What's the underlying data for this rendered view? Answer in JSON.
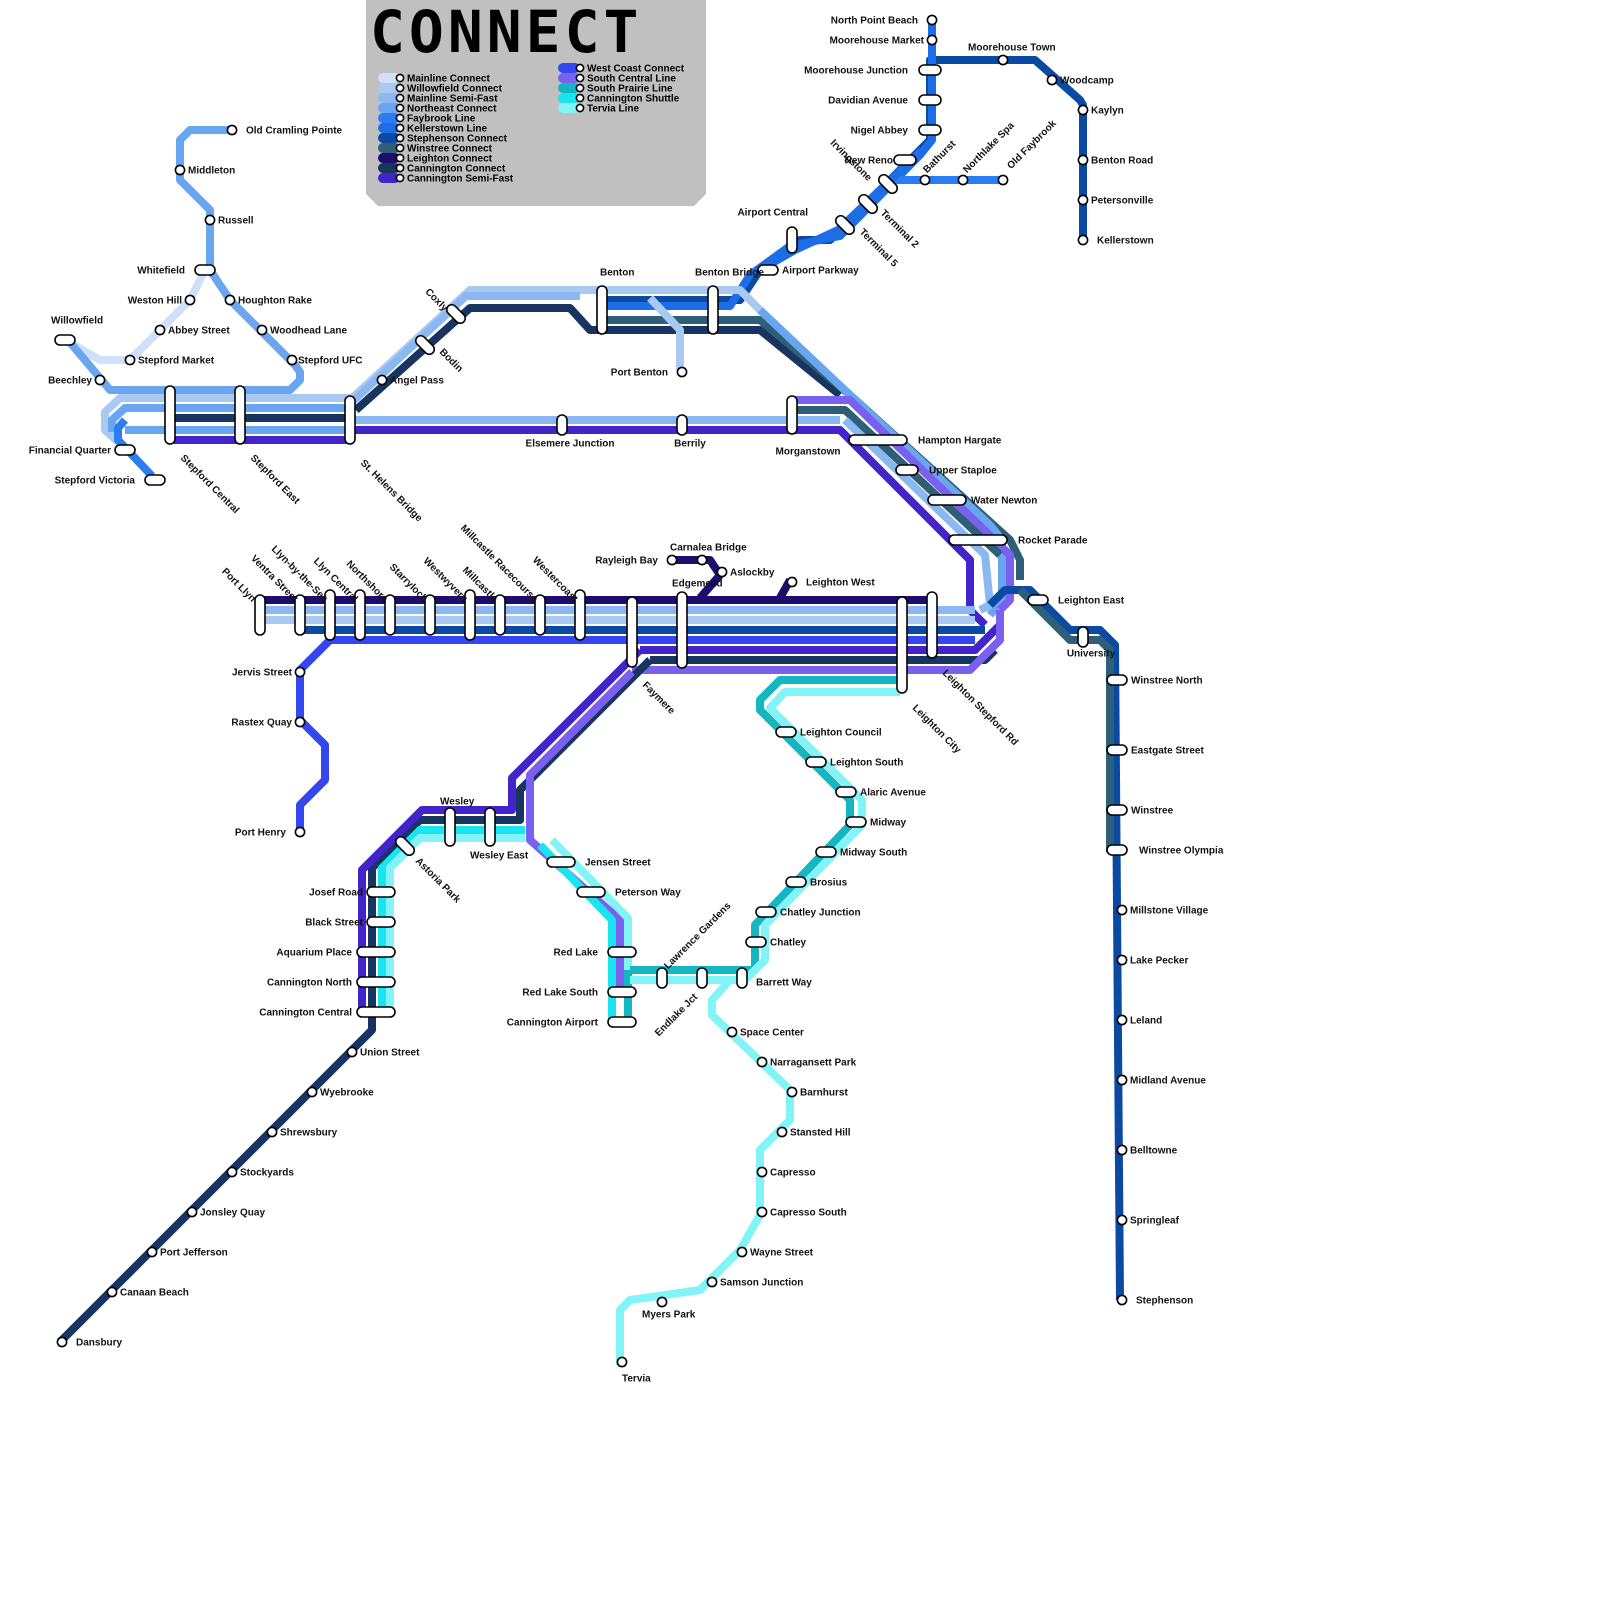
{
  "title": "CONNECT",
  "legend": [
    {
      "name": "Mainline Connect",
      "color": "#cfe0f8"
    },
    {
      "name": "Willowfield Connect",
      "color": "#a9c8f2"
    },
    {
      "name": "Mainline Semi-Fast",
      "color": "#8bb8f0"
    },
    {
      "name": "Northeast Connect",
      "color": "#6aa6f0"
    },
    {
      "name": "Faybrook Line",
      "color": "#2a7df2"
    },
    {
      "name": "Kellerstown Line",
      "color": "#1c6de6"
    },
    {
      "name": "Stephenson Connect",
      "color": "#0b4aa3"
    },
    {
      "name": "Winstree Connect",
      "color": "#2f5f78"
    },
    {
      "name": "Leighton Connect",
      "color": "#1d0d6e"
    },
    {
      "name": "Cannington Connect",
      "color": "#183460"
    },
    {
      "name": "Cannington Semi-Fast",
      "color": "#4324c8"
    },
    {
      "name": "West Coast Connect",
      "color": "#3346ef"
    },
    {
      "name": "South Central Line",
      "color": "#7a60ee"
    },
    {
      "name": "South Prairie Line",
      "color": "#14b6c2"
    },
    {
      "name": "Cannington Shuttle",
      "color": "#19e4ef"
    },
    {
      "name": "Tervia Line",
      "color": "#82f4f8"
    }
  ],
  "stations": [
    {
      "name": "North Point Beach"
    },
    {
      "name": "Moorehouse Market"
    },
    {
      "name": "Moorehouse Junction"
    },
    {
      "name": "Moorehouse Town"
    },
    {
      "name": "Woodcamp"
    },
    {
      "name": "Kaylyn"
    },
    {
      "name": "Benton Road"
    },
    {
      "name": "Petersonville"
    },
    {
      "name": "Kellerstown"
    },
    {
      "name": "Davidian Avenue"
    },
    {
      "name": "Nigel Abbey"
    },
    {
      "name": "New Reno"
    },
    {
      "name": "Bathurst"
    },
    {
      "name": "Northlake Spa"
    },
    {
      "name": "Old Faybrook"
    },
    {
      "name": "Irvingstone"
    },
    {
      "name": "Terminal 2"
    },
    {
      "name": "Terminal 5"
    },
    {
      "name": "Airport Central"
    },
    {
      "name": "Airport Parkway"
    },
    {
      "name": "Benton Bridge"
    },
    {
      "name": "Benton"
    },
    {
      "name": "Port Benton"
    },
    {
      "name": "Coxly"
    },
    {
      "name": "Bodin"
    },
    {
      "name": "Angel Pass"
    },
    {
      "name": "Old Cramling Pointe"
    },
    {
      "name": "Middleton"
    },
    {
      "name": "Russell"
    },
    {
      "name": "Whitefield"
    },
    {
      "name": "Weston Hill"
    },
    {
      "name": "Houghton Rake"
    },
    {
      "name": "Abbey Street"
    },
    {
      "name": "Woodhead Lane"
    },
    {
      "name": "Willowfield"
    },
    {
      "name": "Stepford Market"
    },
    {
      "name": "Stepford UFC"
    },
    {
      "name": "Beechley"
    },
    {
      "name": "Financial Quarter"
    },
    {
      "name": "Stepford Victoria"
    },
    {
      "name": "Stepford Central"
    },
    {
      "name": "Stepford East"
    },
    {
      "name": "St. Helens Bridge"
    },
    {
      "name": "Elsemere Junction"
    },
    {
      "name": "Berrily"
    },
    {
      "name": "Morganstown"
    },
    {
      "name": "Hampton Hargate"
    },
    {
      "name": "Upper Staploe"
    },
    {
      "name": "Water Newton"
    },
    {
      "name": "Rocket Parade"
    },
    {
      "name": "Leighton East"
    },
    {
      "name": "University"
    },
    {
      "name": "Winstree North"
    },
    {
      "name": "Eastgate Street"
    },
    {
      "name": "Winstree"
    },
    {
      "name": "Winstree Olympia"
    },
    {
      "name": "Millstone Village"
    },
    {
      "name": "Lake Pecker"
    },
    {
      "name": "Leland"
    },
    {
      "name": "Midland Avenue"
    },
    {
      "name": "Belltowne"
    },
    {
      "name": "Springleaf"
    },
    {
      "name": "Stephenson"
    },
    {
      "name": "Port Llyn"
    },
    {
      "name": "Ventra Street"
    },
    {
      "name": "Llyn-by-the-Sea"
    },
    {
      "name": "Llyn Central"
    },
    {
      "name": "Northshore"
    },
    {
      "name": "Starryloch"
    },
    {
      "name": "Westwyvern"
    },
    {
      "name": "Millcastle"
    },
    {
      "name": "Millcastle Racecourse"
    },
    {
      "name": "Westercoast"
    },
    {
      "name": "Rayleigh Bay"
    },
    {
      "name": "Carnalea Bridge"
    },
    {
      "name": "Aslockby"
    },
    {
      "name": "Edgemead"
    },
    {
      "name": "Leighton West"
    },
    {
      "name": "Leighton City"
    },
    {
      "name": "Leighton Stepford Rd"
    },
    {
      "name": "Faymere"
    },
    {
      "name": "Jervis Street"
    },
    {
      "name": "Rastex Quay"
    },
    {
      "name": "Port Henry"
    },
    {
      "name": "Leighton Council"
    },
    {
      "name": "Leighton South"
    },
    {
      "name": "Alaric Avenue"
    },
    {
      "name": "Midway"
    },
    {
      "name": "Midway South"
    },
    {
      "name": "Brosius"
    },
    {
      "name": "Chatley Junction"
    },
    {
      "name": "Chatley"
    },
    {
      "name": "Barrett Way"
    },
    {
      "name": "Lawrence Gardens"
    },
    {
      "name": "Endlake Jct"
    },
    {
      "name": "Space Center"
    },
    {
      "name": "Narragansett Park"
    },
    {
      "name": "Barnhurst"
    },
    {
      "name": "Stansted Hill"
    },
    {
      "name": "Capresso"
    },
    {
      "name": "Capresso South"
    },
    {
      "name": "Wayne Street"
    },
    {
      "name": "Samson Junction"
    },
    {
      "name": "Myers Park"
    },
    {
      "name": "Tervia"
    },
    {
      "name": "Wesley"
    },
    {
      "name": "Wesley East"
    },
    {
      "name": "Astoria Park"
    },
    {
      "name": "Jensen Street"
    },
    {
      "name": "Peterson Way"
    },
    {
      "name": "Red Lake"
    },
    {
      "name": "Red Lake South"
    },
    {
      "name": "Cannington Airport"
    },
    {
      "name": "Josef Road"
    },
    {
      "name": "Black Street"
    },
    {
      "name": "Aquarium Place"
    },
    {
      "name": "Cannington North"
    },
    {
      "name": "Cannington Central"
    },
    {
      "name": "Union Street"
    },
    {
      "name": "Wyebrooke"
    },
    {
      "name": "Shrewsbury"
    },
    {
      "name": "Stockyards"
    },
    {
      "name": "Jonsley Quay"
    },
    {
      "name": "Port Jefferson"
    },
    {
      "name": "Canaan Beach"
    },
    {
      "name": "Dansbury"
    }
  ]
}
